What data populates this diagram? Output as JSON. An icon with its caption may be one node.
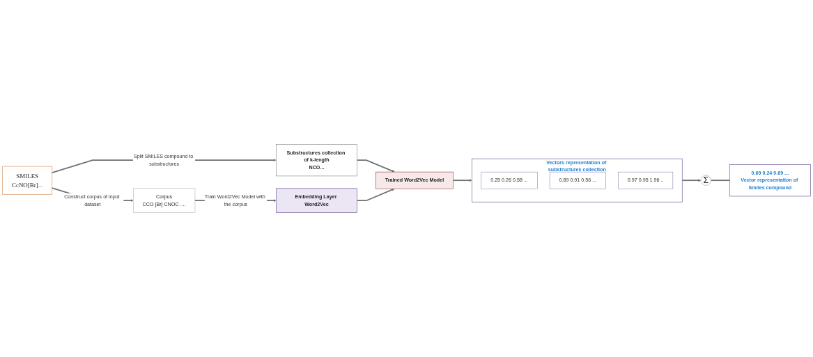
{
  "diagram": {
    "nodes": [
      {
        "text": [
          "SMILES",
          "CcNO[Br]..."
        ]
      },
      {
        "text": [
          "Substructures collection of k-length",
          "NCO..."
        ]
      },
      {
        "text": [
          "Corpus",
          "CCO [Br] CNOC ...."
        ]
      },
      {
        "text": [
          "Embedding Layer Word2Vec"
        ]
      },
      {
        "text": [
          "Trained Word2Vec Model"
        ]
      },
      {
        "text": [
          "Vectors representation of substructures collection"
        ]
      },
      {
        "text": [
          "0.25 0.26 0.58 ..."
        ],
        "in": 5
      },
      {
        "text": [
          "0.89 0.91 0.56 ..."
        ],
        "in": 5
      },
      {
        "text": [
          "0.97 0.95 1.96 .."
        ],
        "in": 5
      },
      {
        "text": [
          "Σ"
        ]
      },
      {
        "text": [
          "0.69 0.24 0.69 ...",
          "Vector representation of Smiles compound"
        ]
      }
    ],
    "edges": [
      {
        "from": 0,
        "to": 1,
        "arrow": "to",
        "label": "Split SMILES compound to substructures"
      },
      {
        "from": 0,
        "to": 2,
        "arrow": "to",
        "label": "Construct corpus of input dataset"
      },
      {
        "from": 2,
        "to": 3,
        "arrow": "to",
        "label": "Train Word2Vec Model with the corpus"
      },
      {
        "from": 1,
        "to": 4,
        "arrow": "to"
      },
      {
        "from": 3,
        "to": 4,
        "arrow": "to"
      },
      {
        "from": 4,
        "to": 5,
        "arrow": "to"
      },
      {
        "from": 5,
        "to": 9,
        "arrow": "to"
      },
      {
        "from": 9,
        "to": 10,
        "arrow": "none"
      }
    ]
  }
}
